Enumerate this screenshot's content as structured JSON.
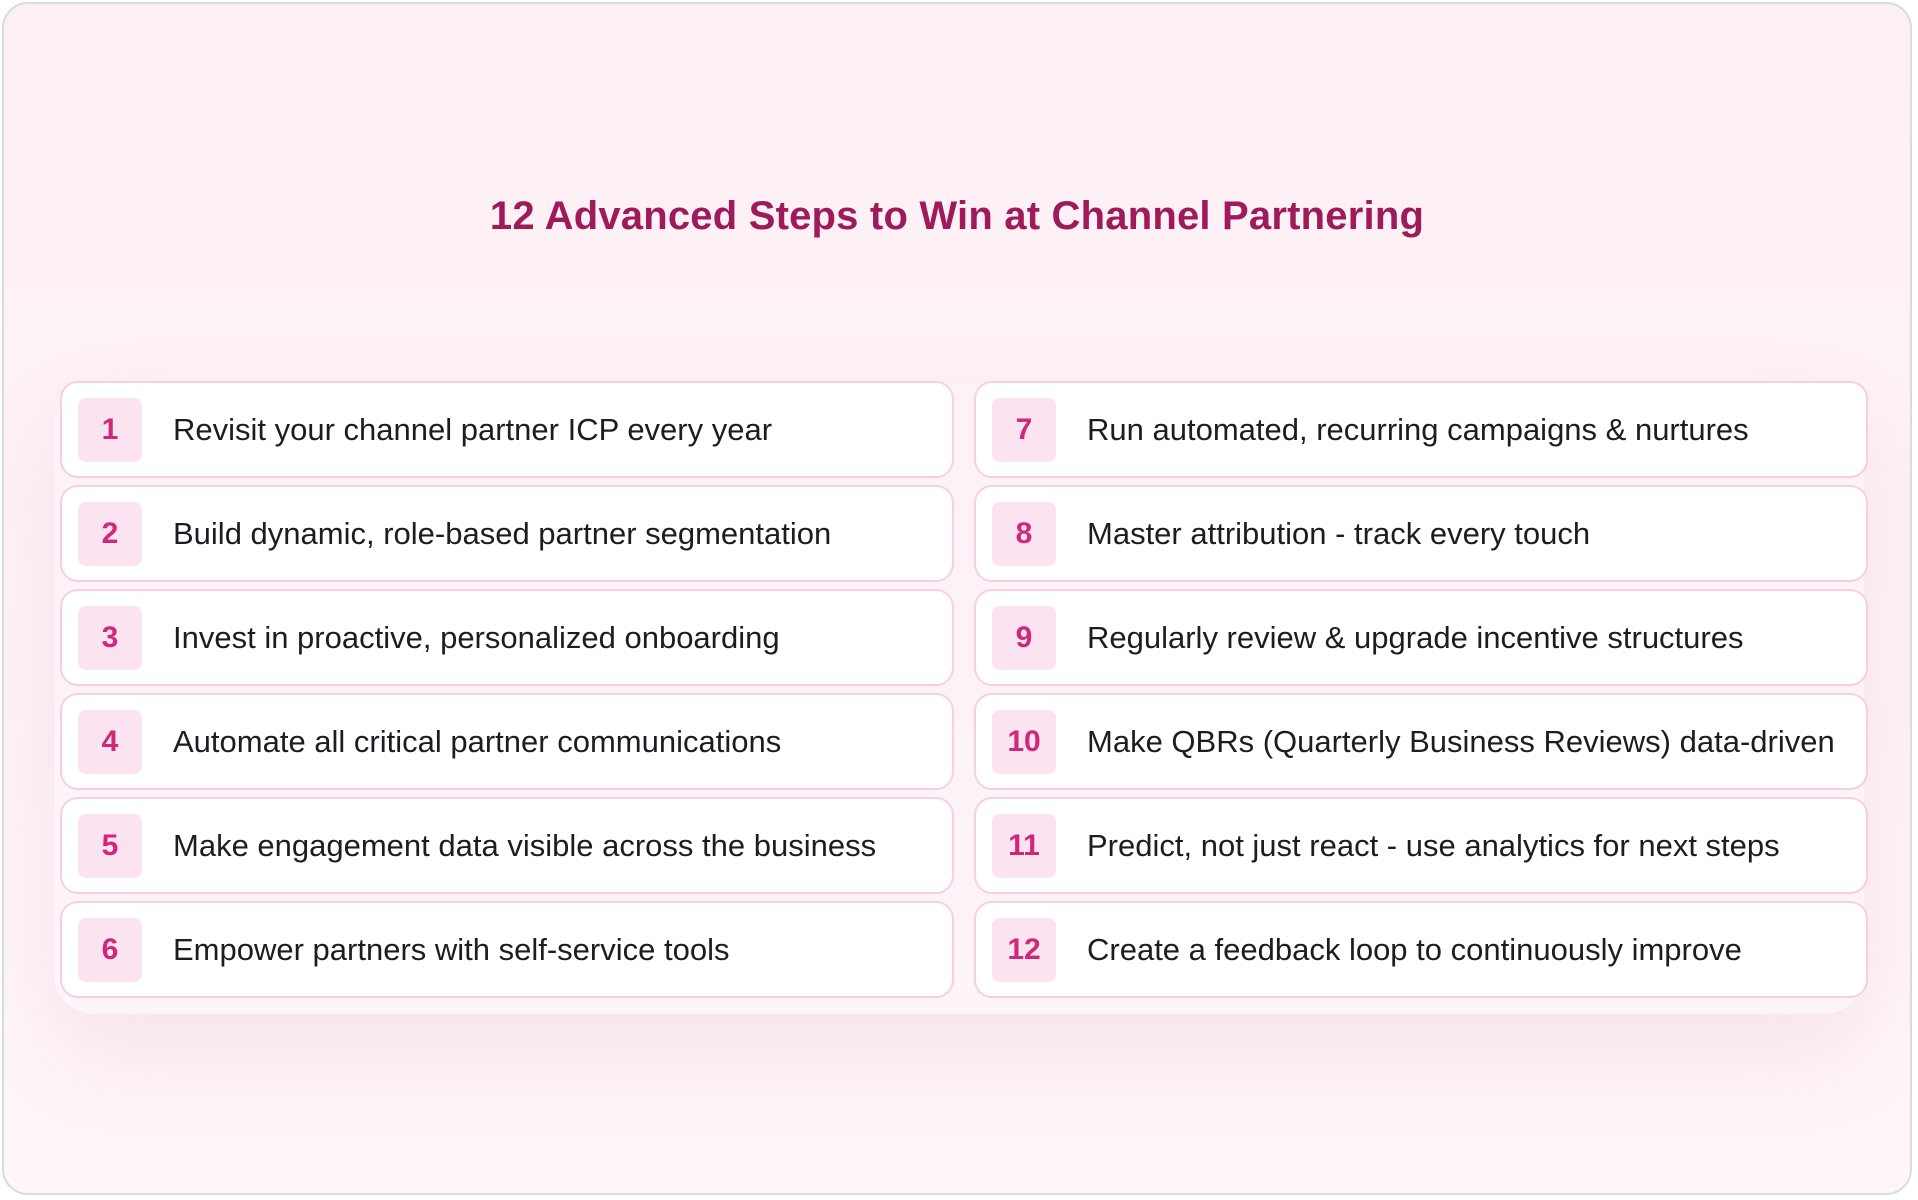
{
  "title": "12 Advanced Steps to Win at Channel Partnering",
  "steps": [
    {
      "number": "1",
      "text": "Revisit your channel partner ICP every year"
    },
    {
      "number": "2",
      "text": "Build dynamic, role-based partner segmentation"
    },
    {
      "number": "3",
      "text": "Invest in proactive, personalized onboarding"
    },
    {
      "number": "4",
      "text": "Automate all critical partner communications"
    },
    {
      "number": "5",
      "text": "Make engagement data visible across the business"
    },
    {
      "number": "6",
      "text": "Empower partners with self-service tools"
    },
    {
      "number": "7",
      "text": "Run automated, recurring campaigns & nurtures"
    },
    {
      "number": "8",
      "text": "Master attribution - track every touch"
    },
    {
      "number": "9",
      "text": "Regularly review & upgrade incentive structures"
    },
    {
      "number": "10",
      "text": "Make QBRs (Quarterly Business Reviews) data-driven"
    },
    {
      "number": "11",
      "text": "Predict, not just react - use analytics for next steps"
    },
    {
      "number": "12",
      "text": "Create a feedback loop to continuously improve"
    }
  ],
  "colors": {
    "title": "#9e1a5a",
    "number": "#d0277a",
    "number_bg": "#fbe3ef",
    "card_border": "#f7cfe2",
    "background": "#fdf0f5"
  }
}
